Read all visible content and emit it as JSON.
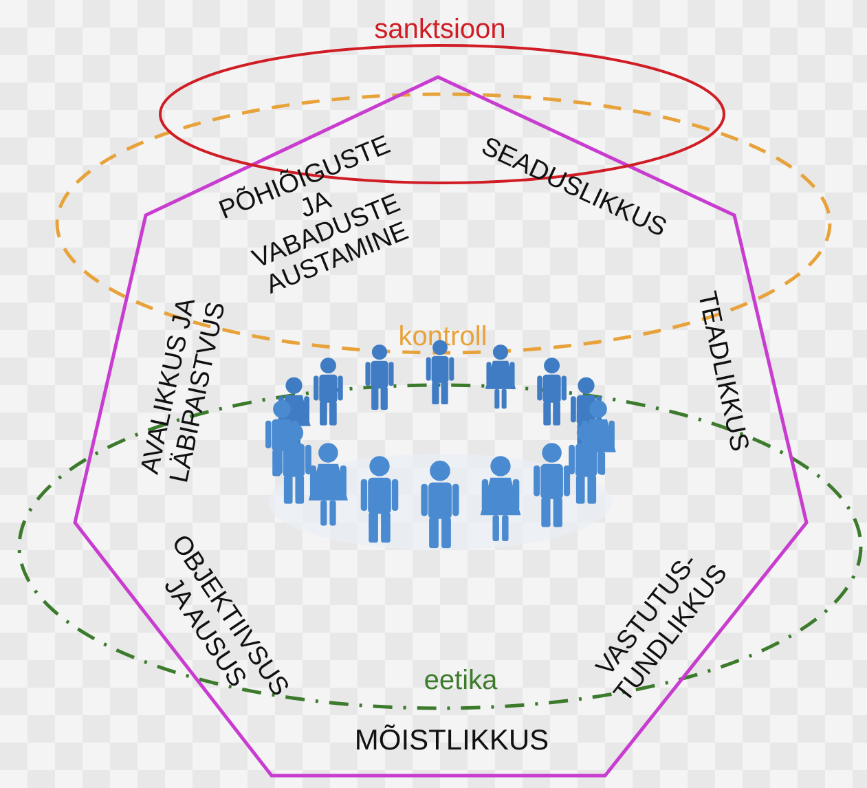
{
  "rings": {
    "sanction": {
      "label": "sanktsioon",
      "color": "#d01c24"
    },
    "control": {
      "label": "kontroll",
      "color": "#e8a23a"
    },
    "ethics": {
      "label": "eetika",
      "color": "#3c7a2c"
    }
  },
  "heptagon": {
    "color": "#c83cd0"
  },
  "principles": {
    "fundamental_rights": [
      "PÕHIÕIGUSTE",
      "JA",
      "VABADUSTE",
      "AUSTAMINE"
    ],
    "legality": "SEADUSLIKKUS",
    "transparency": [
      "AVALIKKUS JA",
      "LÄBIPAISTVUS"
    ],
    "competence": "TEADLIKKUS",
    "objectivity": [
      "OBJEKTIIVSUS",
      "JA AUSUS"
    ],
    "responsibility": [
      "VASTUTUS-",
      "TUNDLIKKUS"
    ],
    "reasonableness": "MÕISTLIKKUS"
  },
  "center_image": {
    "icon": "people-circle-icon",
    "color": "#4a8ad0"
  }
}
